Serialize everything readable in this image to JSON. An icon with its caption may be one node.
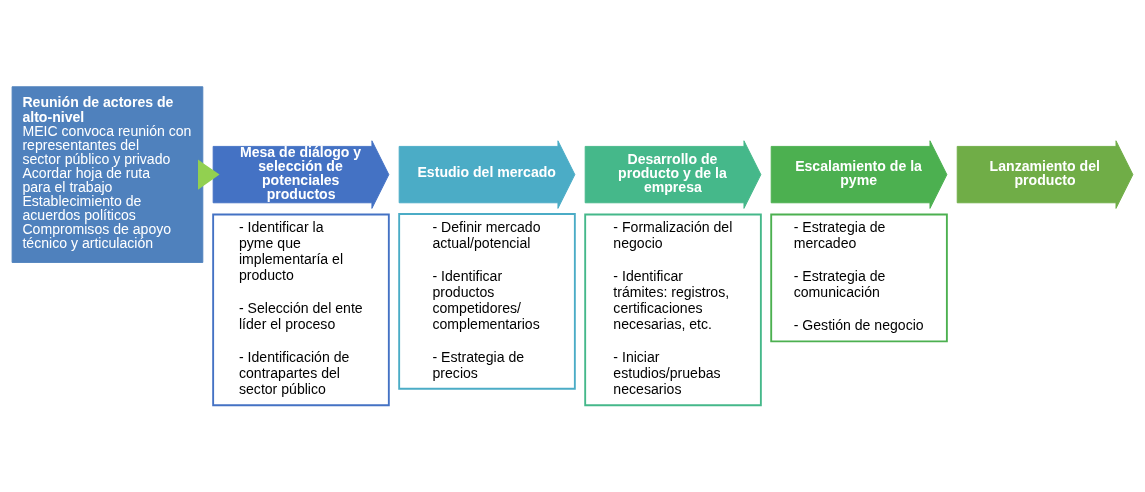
{
  "diagram": {
    "nodes": [
      {
        "text": [
          "Reunión de actores de alto-nivel",
          "MEIC convoca reunión con representantes del sector público y privado",
          "Acordar hoja de ruta para el trabajo",
          "Establecimiento de acuerdos políticos",
          "Compromisos de apoyo técnico y articulación"
        ]
      },
      {
        "text": [
          "Mesa de diálogo y selección de potenciales productos"
        ]
      },
      {
        "text": [
          "- Identificar la pyme que implementaría el producto",
          "- Selección del ente líder el proceso",
          "- Identificación de contrapartes del sector público"
        ]
      },
      {
        "text": [
          "Estudio del mercado"
        ]
      },
      {
        "text": [
          "- Definir mercado actual/potencial",
          "- Identificar productos competidores/ complementarios",
          "- Estrategia de precios"
        ]
      },
      {
        "text": [
          "Desarrollo de producto y de la empresa"
        ]
      },
      {
        "text": [
          "- Formalización del negocio",
          "- Identificar trámites: registros, certificaciones necesarias, etc.",
          "- Iniciar estudios/pruebas necesarios"
        ]
      },
      {
        "text": [
          "Escalamiento de la pyme"
        ]
      },
      {
        "text": [
          "- Estrategia de mercadeo",
          "- Estrategia de comunicación",
          "- Gestión de negocio"
        ]
      },
      {
        "text": [
          "Lanzamiento del producto"
        ]
      }
    ],
    "edges": [
      {
        "from": 0,
        "to": 1,
        "arrow": "to",
        "style": "thick",
        "color": "#92d050"
      }
    ]
  }
}
